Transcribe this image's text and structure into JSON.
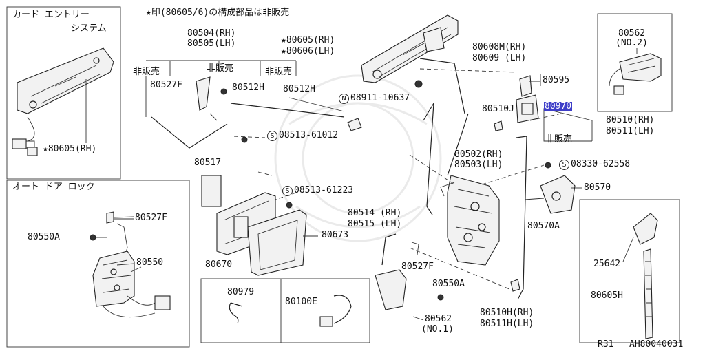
{
  "header_note": "★印(80605/6)の構成部品は非販売",
  "insets": {
    "card_entry": {
      "title_line1": "カード エントリー",
      "title_line2": "システム",
      "part": "★80605(RH)"
    },
    "auto_door_lock": {
      "title": "オート ドア ロック",
      "parts": [
        "80527F",
        "80550A",
        "80550"
      ]
    },
    "no2": {
      "part_line1": "80562",
      "part_line2": "(NO.2)"
    },
    "right_bottom": {
      "parts": [
        "25642",
        "80605H"
      ]
    },
    "bottom_left": {
      "parts": [
        "80979",
        "80100E"
      ]
    }
  },
  "labels": {
    "p80504": "80504(RH)",
    "p80505": "80505(LH)",
    "hihanbai1": "非販売",
    "hihanbai2": "非販売",
    "hihanbai3": "非販売",
    "hihanbai4": "非販売",
    "p80527F_a": "80527F",
    "p80512H_a": "80512H",
    "p80512H_b": "80512H",
    "p80605": "★80605(RH)",
    "p80606": "★80606(LH)",
    "p08911": "08911-10637",
    "p08513a": "08513-61012",
    "p80608M": "80608M(RH)",
    "p80609": "80609 (LH)",
    "p80595": "80595",
    "p80970": "80970",
    "p80510J": "80510J",
    "p80510": "80510(RH)",
    "p80511": "80511(LH)",
    "p80517": "80517",
    "p08513b": "08513-61223",
    "p80502": "80502(RH)",
    "p80503": "80503(LH)",
    "p08330": "08330-62558",
    "p80570": "80570",
    "p80570A": "80570A",
    "p80514": "80514 (RH)",
    "p80515": "80515 (LH)",
    "p80673": "80673",
    "p80670": "80670",
    "p80527F_b": "80527F",
    "p80550A_b": "80550A",
    "p80562_no1a": "80562",
    "p80562_no1b": "(NO.1)",
    "p80510H": "80510H(RH)",
    "p80511H": "80511H(LH)"
  },
  "footer": {
    "model": "R31",
    "code": "AH80040031"
  },
  "icons": {
    "S_circle": "S",
    "N_circle": "N"
  },
  "highlight_color": "#3e3ec8"
}
